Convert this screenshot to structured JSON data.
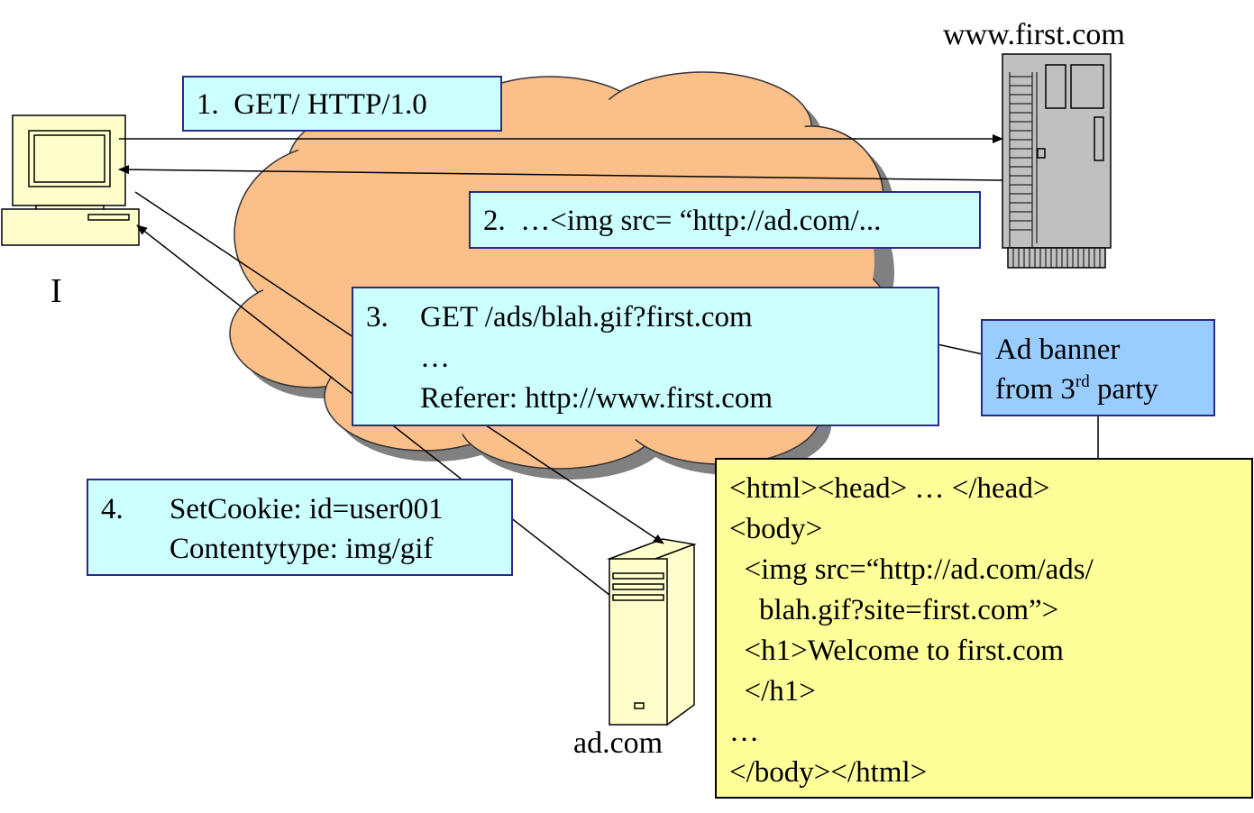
{
  "labels": {
    "first_server": "www.first.com",
    "user": "I",
    "ad_server": "ad.com"
  },
  "steps": {
    "step1": {
      "num": "1.",
      "text": "GET/ HTTP/1.0"
    },
    "step2": {
      "num": "2.",
      "text": "…<img src= “http://ad.com/..."
    },
    "step3": {
      "num": "3.",
      "line1": "GET /ads/blah.gif?first.com",
      "line2": "…",
      "line3": "Referer: http://www.first.com"
    },
    "step4": {
      "num": "4.",
      "line1": "SetCookie: id=user001",
      "line2": "Contentytype: img/gif"
    }
  },
  "ad_banner": {
    "line1": "Ad banner",
    "line2_pre": "from 3",
    "line2_sup": "rd",
    "line2_post": " party"
  },
  "html_code": [
    "<html><head> … </head>",
    "<body>",
    "  <img src=“http://ad.com/ads/",
    "    blah.gif?site=first.com”>",
    "  <h1>Welcome to first.com",
    "  </h1>",
    "…",
    "</body></html>"
  ],
  "colors": {
    "cloud": "#fbbf8a",
    "cloud_shadow": "#808080",
    "cyan_box": "#ccffff",
    "blue_box": "#99ccff",
    "yellow_box": "#ffff99",
    "computer": "#ffffcc",
    "web_server": "#c0c0c0",
    "ad_server": "#ffffcc"
  }
}
